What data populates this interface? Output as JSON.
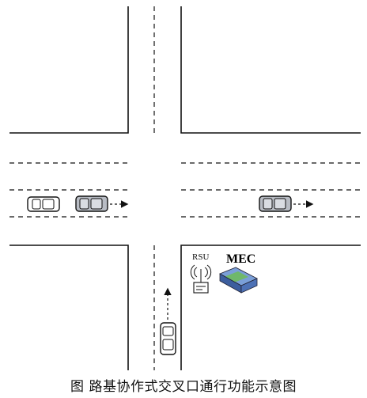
{
  "diagram": {
    "rsu_label": "RSU",
    "mec_label": "MEC",
    "caption": "图 路基协作式交叉口通行功能示意图"
  },
  "colors": {
    "line": "#111111",
    "car_light": "#ffffff",
    "car_gray": "#b8bcc4",
    "mec_blue": "#5a7fc4",
    "mec_green": "#6fb86a"
  }
}
